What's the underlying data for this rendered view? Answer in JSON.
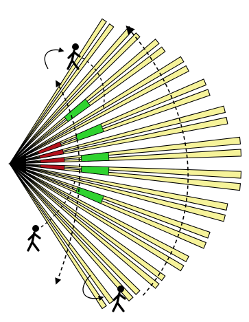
{
  "diagram": {
    "type": "pir-motion-sensor-detection-zones",
    "apex_color": "#000000",
    "colors": {
      "beam_fill": "#f6f39a",
      "beam_stroke": "#000000",
      "near_zone_fill": "#b3121c",
      "mid_zone_fill": "#2fd32f",
      "path_stroke": "#000000",
      "walker_color": "#000000"
    },
    "beam_count": 14,
    "beam_style": "paired-wedges",
    "zones": [
      {
        "name": "near-zone",
        "color_key": "near_zone_fill",
        "beams_highlighted": [
          5,
          6,
          7,
          8
        ]
      },
      {
        "name": "mid-zone",
        "color_key": "mid_zone_fill",
        "beams_highlighted": [
          3,
          5,
          7,
          8,
          10
        ]
      }
    ],
    "walkers": [
      {
        "name": "walker-top",
        "icon": "person-walking-icon"
      },
      {
        "name": "walker-left",
        "icon": "person-walking-icon"
      },
      {
        "name": "walker-bottom",
        "icon": "person-walking-icon"
      }
    ],
    "paths": [
      {
        "name": "inner-arc-path",
        "style": "dashed",
        "arrow": "both-ends"
      },
      {
        "name": "outer-arc-path",
        "style": "dashed",
        "arrow": "top-end"
      },
      {
        "name": "top-loop-path",
        "style": "solid",
        "arrow": "end"
      },
      {
        "name": "bottom-loop-path",
        "style": "solid",
        "arrow": "end"
      }
    ]
  }
}
